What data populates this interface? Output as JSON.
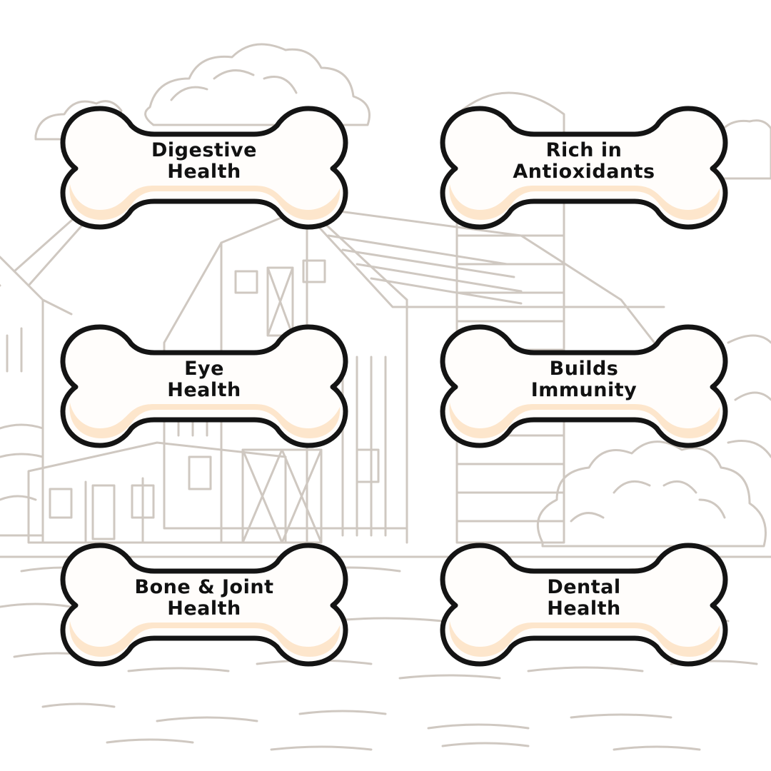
{
  "colors": {
    "background": "#ffffff",
    "sketch": "#cfc8c1",
    "bone_fill": "#fffdfb",
    "bone_shadow": "#fde6cc",
    "bone_outline": "#141414",
    "text": "#111111"
  },
  "illustration": {
    "subject": "sketched farm scene: barn, silo, windmill, trees and fields"
  },
  "benefits": [
    {
      "line1": "Digestive",
      "line2": "Health"
    },
    {
      "line1": "Rich in",
      "line2": "Antioxidants"
    },
    {
      "line1": "Eye",
      "line2": "Health"
    },
    {
      "line1": "Builds",
      "line2": "Immunity"
    },
    {
      "line1": "Bone & Joint",
      "line2": "Health"
    },
    {
      "line1": "Dental",
      "line2": "Health"
    }
  ]
}
